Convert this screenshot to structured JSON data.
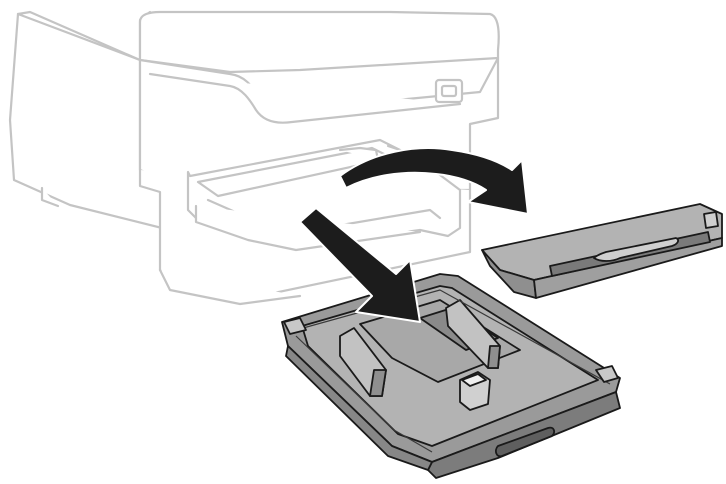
{
  "colors": {
    "printer_outline": "#c4c4c4",
    "printer_fill": "#ffffff",
    "tray_fill": "#9a9a9a",
    "tray_light": "#b3b3b3",
    "tray_dark": "#6f6f6f",
    "tray_outline": "#1a1a1a",
    "arrow": "#1c1c1c"
  },
  "parts": {
    "printer": "printer-body",
    "cover": "paper-cassette-cover",
    "cassette": "paper-cassette",
    "arrow_remove_cover": "arrow-remove-cover",
    "arrow_pull_cassette": "arrow-pull-cassette"
  }
}
